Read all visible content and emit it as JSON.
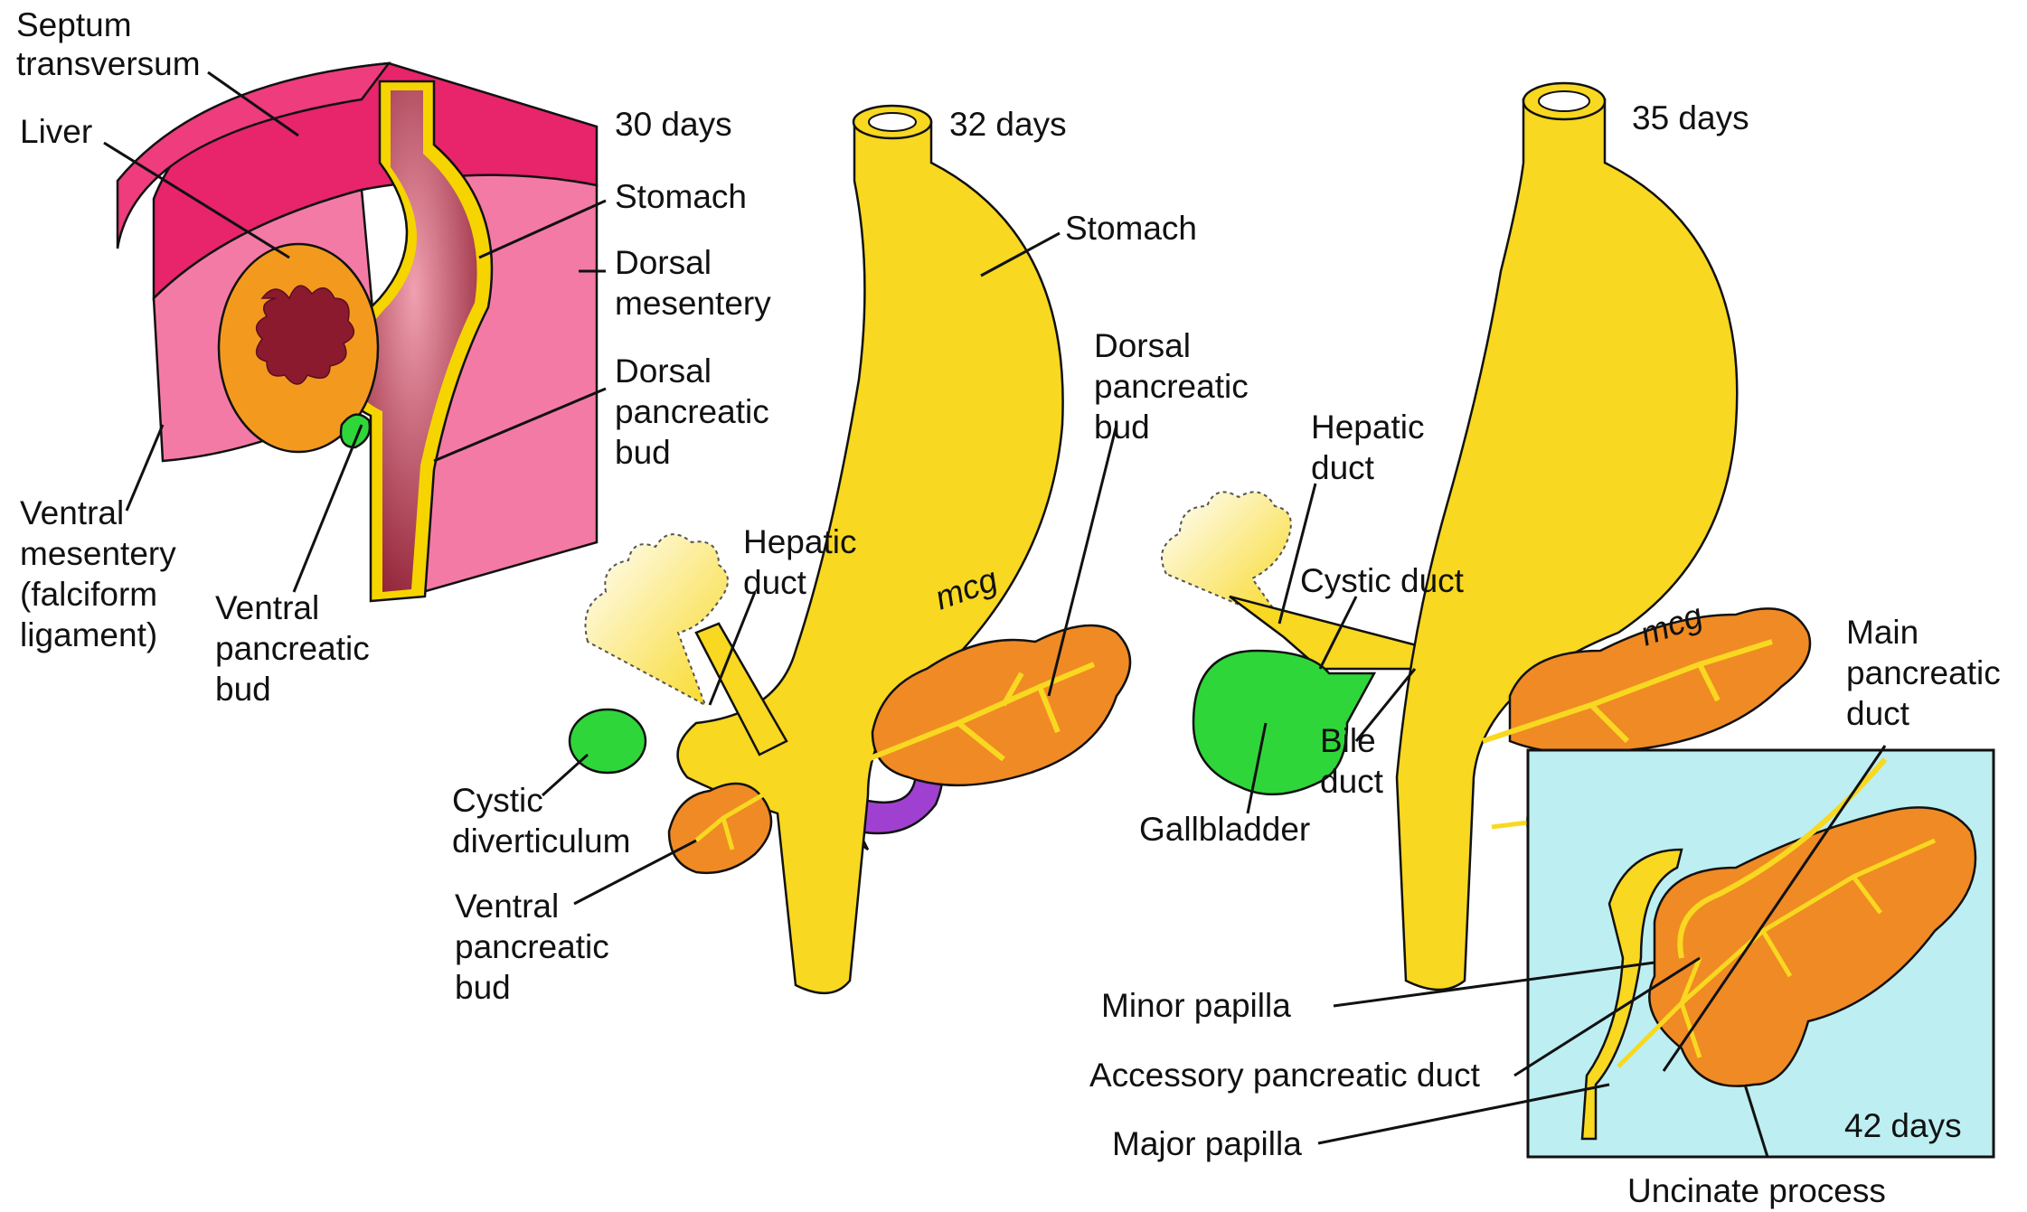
{
  "stages": {
    "d30": "30 days",
    "d32": "32 days",
    "d35": "35 days",
    "d42": "42 days"
  },
  "labels": {
    "septum_1": "Septum",
    "septum_2": "transversum",
    "liver": "Liver",
    "stomach_30": "Stomach",
    "dorsal_mes_1": "Dorsal",
    "dorsal_mes_2": "mesentery",
    "dpb30_1": "Dorsal",
    "dpb30_2": "pancreatic",
    "dpb30_3": "bud",
    "vmes_1": "Ventral",
    "vmes_2": "mesentery",
    "vmes_3": "(falciform",
    "vmes_4": "ligament)",
    "vpb30_1": "Ventral",
    "vpb30_2": "pancreatic",
    "vpb30_3": "bud",
    "stomach_32": "Stomach",
    "dpb32_1": "Dorsal",
    "dpb32_2": "pancreatic",
    "dpb32_3": "bud",
    "hepatic32_1": "Hepatic",
    "hepatic32_2": "duct",
    "cystic_div_1": "Cystic",
    "cystic_div_2": "diverticulum",
    "vpb32_1": "Ventral",
    "vpb32_2": "pancreatic",
    "vpb32_3": "bud",
    "hepatic35_1": "Hepatic",
    "hepatic35_2": "duct",
    "cystic_duct": "Cystic duct",
    "bile_1": "Bile",
    "bile_2": "duct",
    "gallbladder": "Gallbladder",
    "main_pd_1": "Main",
    "main_pd_2": "pancreatic",
    "main_pd_3": "duct",
    "minor_papilla": "Minor papilla",
    "accessory_pd": "Accessory pancreatic duct",
    "major_papilla": "Major papilla",
    "uncinate": "Uncinate process"
  },
  "signature": "mcg",
  "colors": {
    "septum": "#e8246a",
    "mesentery": "#f47aa6",
    "gut_lumen": "#8b1a2e",
    "gut_wall": "#f5d400",
    "liver": "#f39a1e",
    "gut_yellow": "#f8d820",
    "pancreas": "#f08a24",
    "gallbladder": "#2fd63a",
    "rotation_arrow": "#a040d0",
    "inset_bg": "#bdeef2"
  }
}
